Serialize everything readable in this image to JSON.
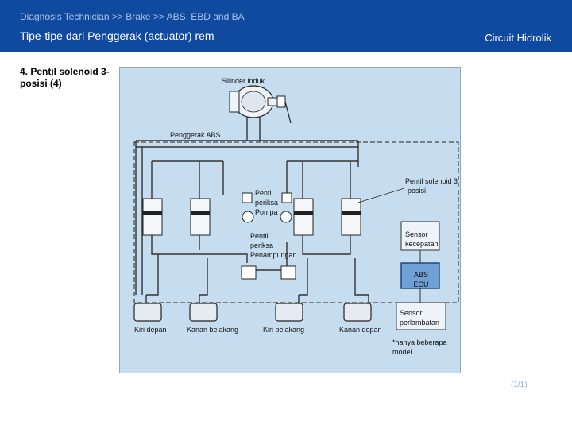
{
  "header": {
    "breadcrumb": "Diagnosis Technician >> Brake >> ABS, EBD and BA",
    "title": "Tipe-tipe dari Penggerak (actuator) rem",
    "subtitle": "Circuit Hidrolik"
  },
  "topic": "4. Pentil solenoid 3-posisi (4)",
  "diagram": {
    "labels": {
      "master_cylinder": "Silinder induk",
      "abs_actuator": "Penggerak ABS",
      "solenoid_valve": "Pentil solenoid 3 -posisi",
      "pump_check_valve": "Pentil periksa Pompa",
      "reservoir_check_valve": "Pentil periksa Penampungan",
      "speed_sensor": "Sensor kecepatan",
      "abs_ecu": "ABS ECU",
      "decel_sensor": "Sensor perlambatan",
      "front_left": "Kiri depan",
      "rear_right": "Kanan belakang",
      "rear_left": "Kiri belakang",
      "front_right": "Kanan depan",
      "note": "*hanya beberapa model"
    }
  },
  "pager": "(1/1)"
}
